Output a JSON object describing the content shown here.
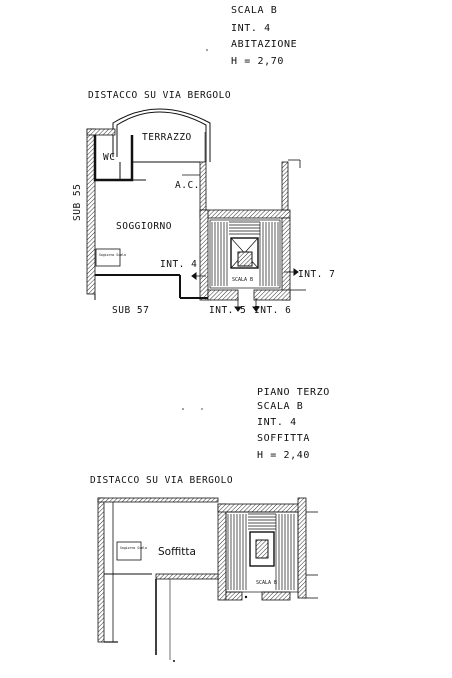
{
  "top_plan": {
    "info": [
      "SCALA  B",
      "INT. 4",
      "ABITAZIONE",
      "H = 2,70"
    ],
    "street": "DISTACCO SU VIA BERGOLO",
    "rooms": {
      "terrazzo": "TERRAZZO",
      "wc": "WC",
      "ac": "A.C.",
      "soggiorno": "SOGGIORNO",
      "appliance": "Sogiorno Scala",
      "int4": "INT. 4",
      "scala": "SCALA B"
    },
    "sub55": "SUB 55",
    "sub57": "SUB  57",
    "int5": "INT. 5",
    "int6": "INT. 6",
    "int7": "INT. 7"
  },
  "bottom_plan": {
    "info": [
      "PIANO TERZO",
      "SCALA  B",
      "INT. 4",
      "SOFFITTA",
      "H = 2,40"
    ],
    "street": "DISTACCO SU VIA BERGOLO",
    "rooms": {
      "soffitta": "Soffitta",
      "appliance": "Sogiorno Scala",
      "scala": "SCALA B"
    }
  },
  "colors": {
    "ink": "#111111",
    "paper": "#ffffff",
    "hatch": "#6a6a6a"
  }
}
